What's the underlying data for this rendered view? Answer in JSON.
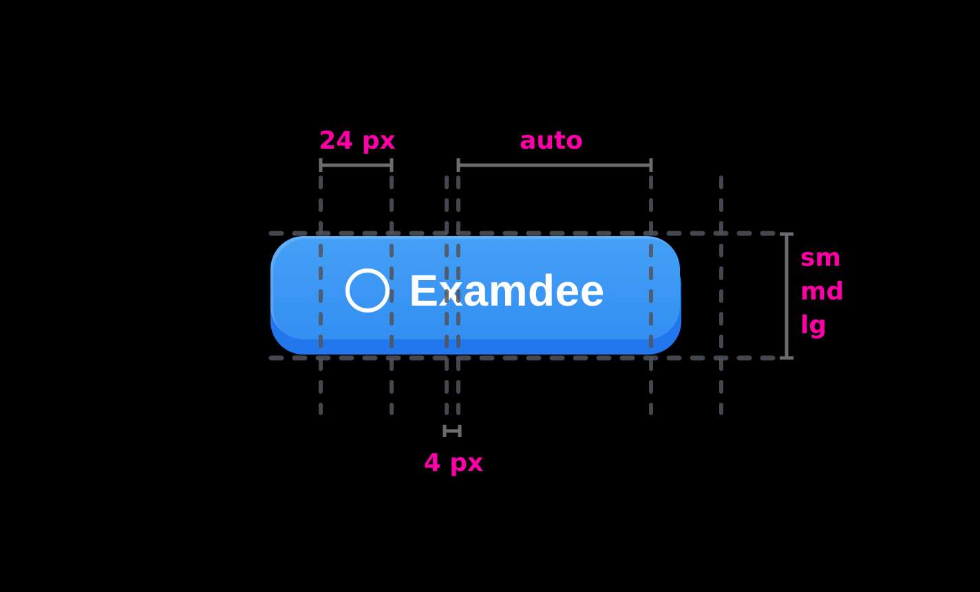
{
  "canvas": {
    "background_color": "#000000"
  },
  "button": {
    "label": "Examdee",
    "icon": "circle-outline-icon",
    "text_color": "#FFFFFF",
    "face_color_top": "#45A0F6",
    "face_color_bottom": "#338FF2",
    "base_color": "#2277EC"
  },
  "annotations": {
    "accent_color": "#FF00A8",
    "guide_color": "rgba(80,84,92,0.85)",
    "ruler_color": "#6A6C70",
    "padding_label": "24 px",
    "width_label": "auto",
    "gap_label": "4 px",
    "size_labels": [
      "sm",
      "md",
      "lg"
    ]
  }
}
